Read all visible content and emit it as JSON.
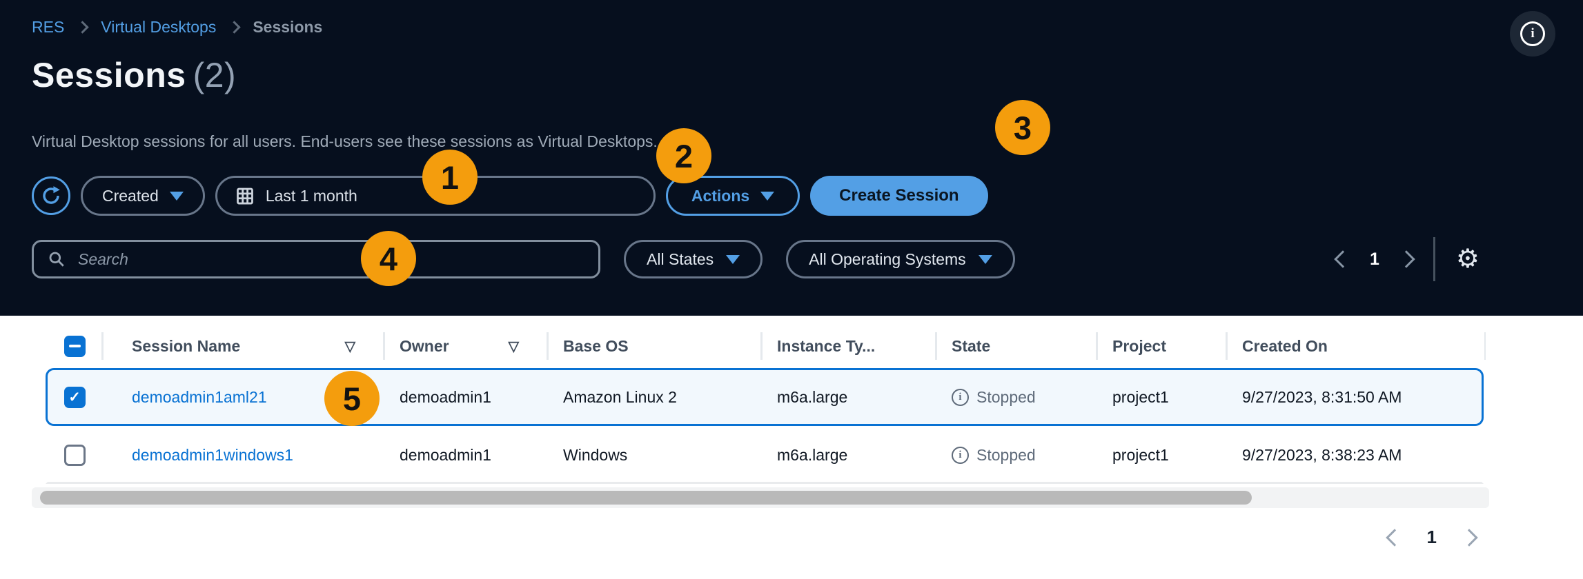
{
  "breadcrumb": {
    "items": [
      {
        "label": "RES"
      },
      {
        "label": "Virtual Desktops"
      },
      {
        "label": "Sessions"
      }
    ]
  },
  "header": {
    "title": "Sessions",
    "count": "(2)",
    "description": "Virtual Desktop sessions for all users. End-users see these sessions as Virtual Desktops."
  },
  "toolbar": {
    "refresh_icon": "refresh-icon",
    "created_label": "Created",
    "calendar_icon": "calendar-grid-icon",
    "date_range_label": "Last 1 month",
    "actions_label": "Actions",
    "create_session_label": "Create Session"
  },
  "filters": {
    "search_icon": "search-icon",
    "search_placeholder": "Search",
    "search_value": "",
    "all_states_label": "All States",
    "all_os_label": "All Operating Systems",
    "pagination": {
      "current_page": "1"
    },
    "settings_icon": "gear-icon"
  },
  "icons": {
    "info_glyph": "i",
    "status_info_glyph": "i",
    "gear_glyph": "⚙",
    "sort_glyph": "▽",
    "check_glyph": "✓"
  },
  "table": {
    "columns": [
      {
        "label": "Session Name",
        "sortable": true
      },
      {
        "label": "Owner",
        "sortable": true
      },
      {
        "label": "Base OS",
        "sortable": false
      },
      {
        "label": "Instance Ty...",
        "sortable": false
      },
      {
        "label": "State",
        "sortable": false
      },
      {
        "label": "Project",
        "sortable": false
      },
      {
        "label": "Created On",
        "sortable": false
      }
    ],
    "rows": [
      {
        "selected": true,
        "session_name": "demoadmin1aml21",
        "owner": "demoadmin1",
        "base_os": "Amazon Linux 2",
        "instance_type": "m6a.large",
        "state": "Stopped",
        "project": "project1",
        "created_on": "9/27/2023, 8:31:50 AM"
      },
      {
        "selected": false,
        "session_name": "demoadmin1windows1",
        "owner": "demoadmin1",
        "base_os": "Windows",
        "instance_type": "m6a.large",
        "state": "Stopped",
        "project": "project1",
        "created_on": "9/27/2023, 8:38:23 AM"
      }
    ]
  },
  "footer_pagination": {
    "current_page": "1"
  },
  "annotations": {
    "labels": [
      "1",
      "2",
      "3",
      "4",
      "5"
    ],
    "color": "#f49d0d"
  },
  "colors": {
    "dark_background": "#060f1e",
    "accent_blue": "#539fe5",
    "table_link_blue": "#0972d3",
    "selected_row_background": "#f2f8fd",
    "status_gray": "#5f6b7a",
    "annotation_orange": "#f49d0d"
  }
}
